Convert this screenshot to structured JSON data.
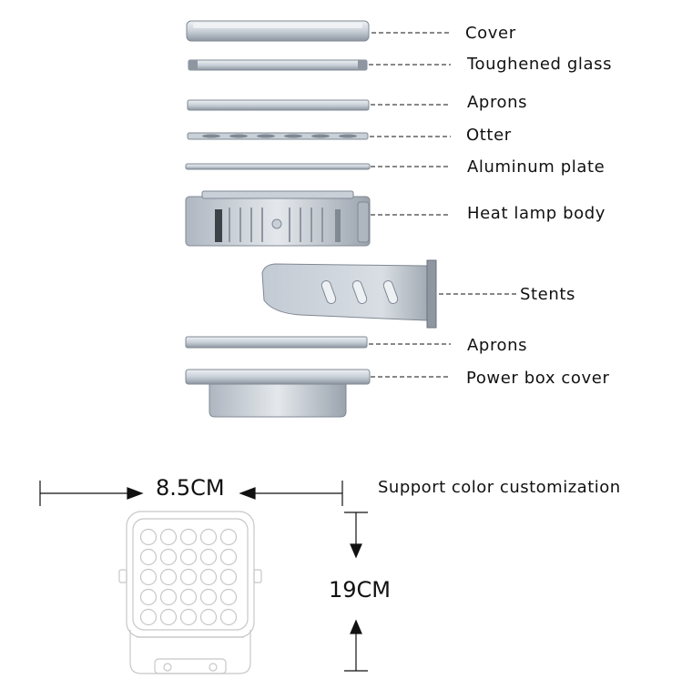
{
  "parts": [
    {
      "id": "cover",
      "label": "Cover"
    },
    {
      "id": "glass",
      "label": "Toughened glass"
    },
    {
      "id": "aprons-top",
      "label": "Aprons"
    },
    {
      "id": "otter",
      "label": "Otter"
    },
    {
      "id": "aluminum",
      "label": "Aluminum plate"
    },
    {
      "id": "body",
      "label": "Heat lamp body"
    },
    {
      "id": "stents",
      "label": "Stents"
    },
    {
      "id": "aprons-bottom",
      "label": "Aprons"
    },
    {
      "id": "power-box",
      "label": "Power box cover"
    }
  ],
  "dimensions": {
    "width_label": "8.5CM",
    "height_label": "19CM"
  },
  "note": "Support color customization",
  "colors": {
    "metal_light": "#d8dde3",
    "metal_mid": "#b4bcc6",
    "metal_dark": "#7f8893",
    "line": "#111111",
    "sketch": "#c7c7c7"
  }
}
